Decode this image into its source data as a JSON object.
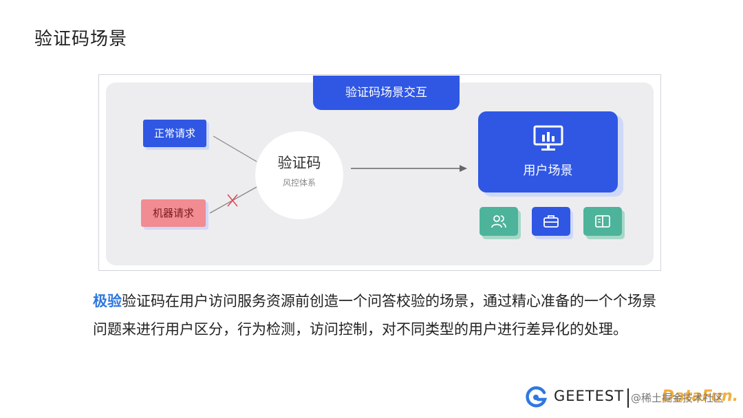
{
  "page": {
    "title": "验证码场景"
  },
  "diagram": {
    "banner": "验证码场景交互",
    "normal_request": "正常请求",
    "machine_request": "机器请求",
    "captcha_title": "验证码",
    "captcha_subtitle": "风控体系",
    "user_scene": "用户场景",
    "colors": {
      "primary": "#2f57e4",
      "danger": "#f08c92",
      "teal": "#4db39a",
      "panel": "#ededf0"
    },
    "icons": [
      "monitor-chart-icon",
      "users-icon",
      "briefcase-icon",
      "book-icon"
    ]
  },
  "body": {
    "highlight": "极验",
    "text": "验证码在用户访问服务资源前创造一个问答校验的场景，通过精心准备的一个个场景问题来进行用户区分，行为检测，访问控制，对不同类型的用户进行差异化的处理。"
  },
  "footer": {
    "brand": "GEETEST",
    "community": "@稀土掘金技术社区",
    "watermark": "DataFun."
  }
}
